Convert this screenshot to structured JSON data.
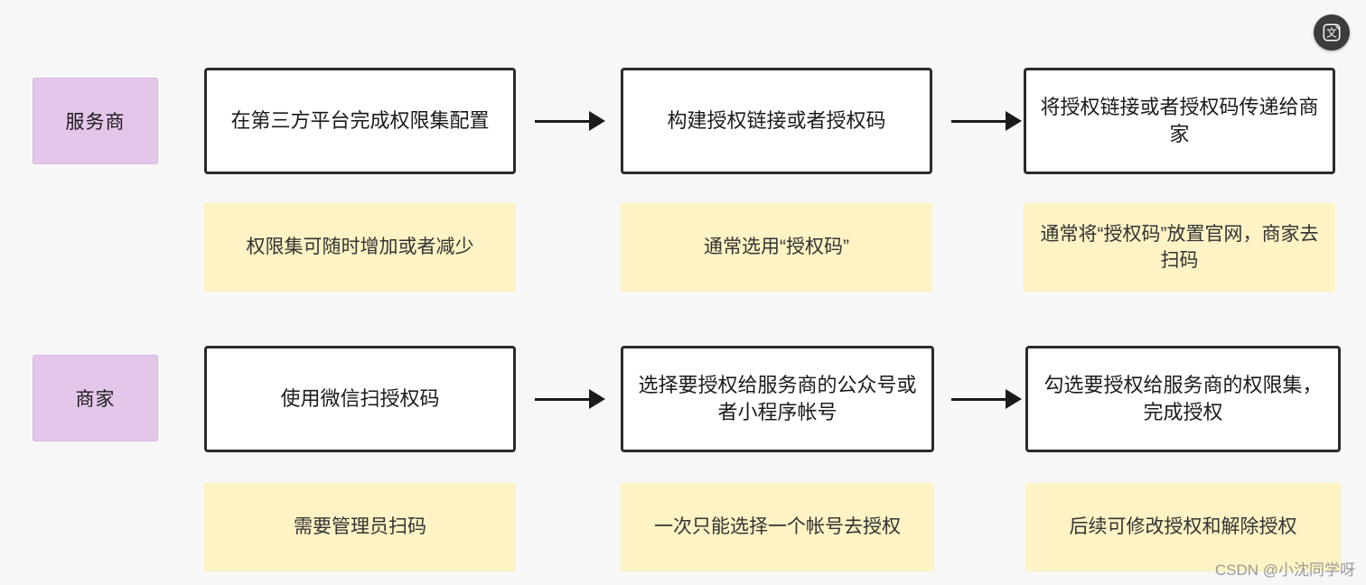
{
  "toolbar": {
    "translate_icon": "translate-icon"
  },
  "diagram": {
    "rows": [
      {
        "role": "服务商",
        "steps": [
          {
            "text": "在第三方平台完成权限集配置",
            "note": "权限集可随时增加或者减少"
          },
          {
            "text": "构建授权链接或者授权码",
            "note": "通常选用“授权码”"
          },
          {
            "text": "将授权链接或者授权码传递给商家",
            "note": "通常将“授权码”放置官网，商家去扫码"
          }
        ]
      },
      {
        "role": "商家",
        "steps": [
          {
            "text": "使用微信扫授权码",
            "note": "需要管理员扫码"
          },
          {
            "text": "选择要授权给服务商的公众号或者小程序帐号",
            "note": "一次只能选择一个帐号去授权"
          },
          {
            "text": "勾选要授权给服务商的权限集，完成授权",
            "note": "后续可修改授权和解除授权"
          }
        ]
      }
    ]
  },
  "watermark": "CSDN @小沈同学呀"
}
